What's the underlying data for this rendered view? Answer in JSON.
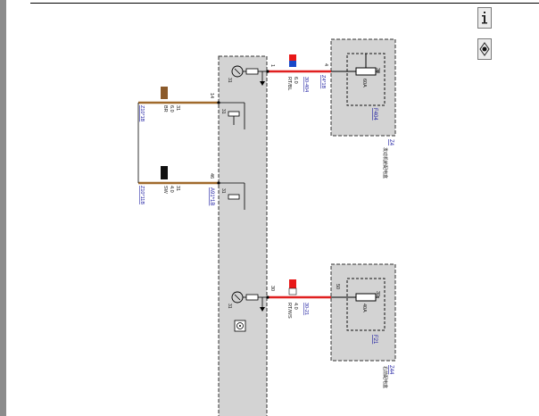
{
  "toolbar": {
    "info_button": {
      "icon": "info-icon",
      "label": "i"
    },
    "locate_button": {
      "icon": "locate-icon"
    }
  },
  "colors": {
    "module_fill": "#d3d3d3",
    "wire_red": "#e02020",
    "wire_brown": "#a06a2c",
    "link_blue": "#1a1aa0",
    "tag_brown": "#8b5a2b",
    "tag_black": "#111111",
    "tag_red": "#e81818",
    "tag_blue": "#1848c8"
  },
  "fuse_boxes": [
    {
      "name_ref": "Z4",
      "name_text": "发动机舱配电盒",
      "fuse_ref": "F404",
      "fuse_rating": "60A",
      "pin_in": "30",
      "pin_out": "4"
    },
    {
      "name_ref": "Z44",
      "name_text": "右前配电盒",
      "fuse_ref": "F21",
      "fuse_rating": "40A",
      "pin_in": "30",
      "pin_out": "50"
    }
  ],
  "module": {
    "ref": "A91*1B",
    "pins": [
      {
        "pin": "1",
        "internal": "31",
        "side": "top"
      },
      {
        "pin": "14",
        "internal": "31",
        "side": "mid1"
      },
      {
        "pin": "46",
        "internal": "31",
        "side": "mid2"
      },
      {
        "pin": "30",
        "internal": "31",
        "side": "bottom"
      }
    ]
  },
  "wires": [
    {
      "id": "w1",
      "ref": "30-404",
      "size": "6.0",
      "color": "RT/BL",
      "connector": "Z4*1B"
    },
    {
      "id": "w2",
      "ref": "30-21",
      "size": "4.0",
      "color": "RT/WS"
    },
    {
      "id": "w3",
      "ref": "Z10*1B",
      "num": "31",
      "size": "6.0",
      "color": "BR"
    },
    {
      "id": "w4",
      "ref": "Z10*11B",
      "num": "31",
      "size": "4.0",
      "color": "SW"
    }
  ]
}
